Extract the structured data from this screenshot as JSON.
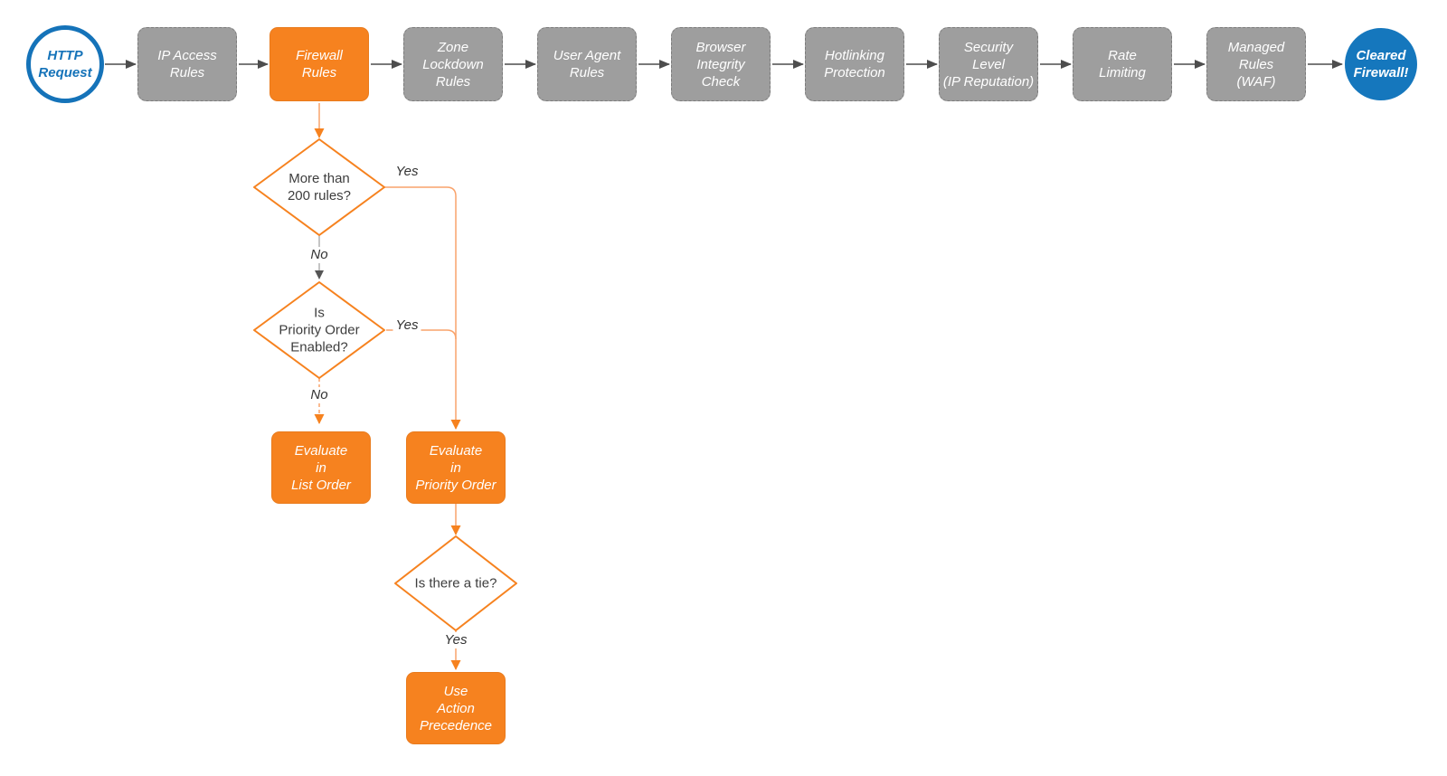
{
  "colors": {
    "orange": "#F6821F",
    "light_orange_line": "#F9A36B",
    "gray_box": "#9E9E9E",
    "blue_outline": "#1573B9",
    "blue_fill": "#1577BD",
    "arrow_gray": "#4D4D4D"
  },
  "terminals": {
    "start": {
      "label": "HTTP\nRequest"
    },
    "end": {
      "label": "Cleared\nFirewall!"
    }
  },
  "pipeline": {
    "stages": [
      {
        "label": "IP Access\nRules",
        "highlighted": false
      },
      {
        "label": "Firewall\nRules",
        "highlighted": true
      },
      {
        "label": "Zone\nLockdown\nRules",
        "highlighted": false
      },
      {
        "label": "User Agent\nRules",
        "highlighted": false
      },
      {
        "label": "Browser\nIntegrity\nCheck",
        "highlighted": false
      },
      {
        "label": "Hotlinking\nProtection",
        "highlighted": false
      },
      {
        "label": "Security\nLevel\n(IP Reputation)",
        "highlighted": false
      },
      {
        "label": "Rate\nLimiting",
        "highlighted": false
      },
      {
        "label": "Managed\nRules\n(WAF)",
        "highlighted": false
      }
    ]
  },
  "decisions": {
    "more_than_200": {
      "label": "More than\n200 rules?"
    },
    "priority_enabled": {
      "label": "Is\nPriority Order\nEnabled?"
    },
    "tie": {
      "label": "Is there a tie?"
    }
  },
  "actions": {
    "list_order": {
      "label": "Evaluate\nin\nList Order"
    },
    "priority_order": {
      "label": "Evaluate\nin\nPriority Order"
    },
    "action_precedence": {
      "label": "Use\nAction\nPrecedence"
    }
  },
  "edge_labels": {
    "d1_yes": "Yes",
    "d1_no": "No",
    "d2_yes": "Yes",
    "d2_no": "No",
    "d3_yes": "Yes"
  }
}
